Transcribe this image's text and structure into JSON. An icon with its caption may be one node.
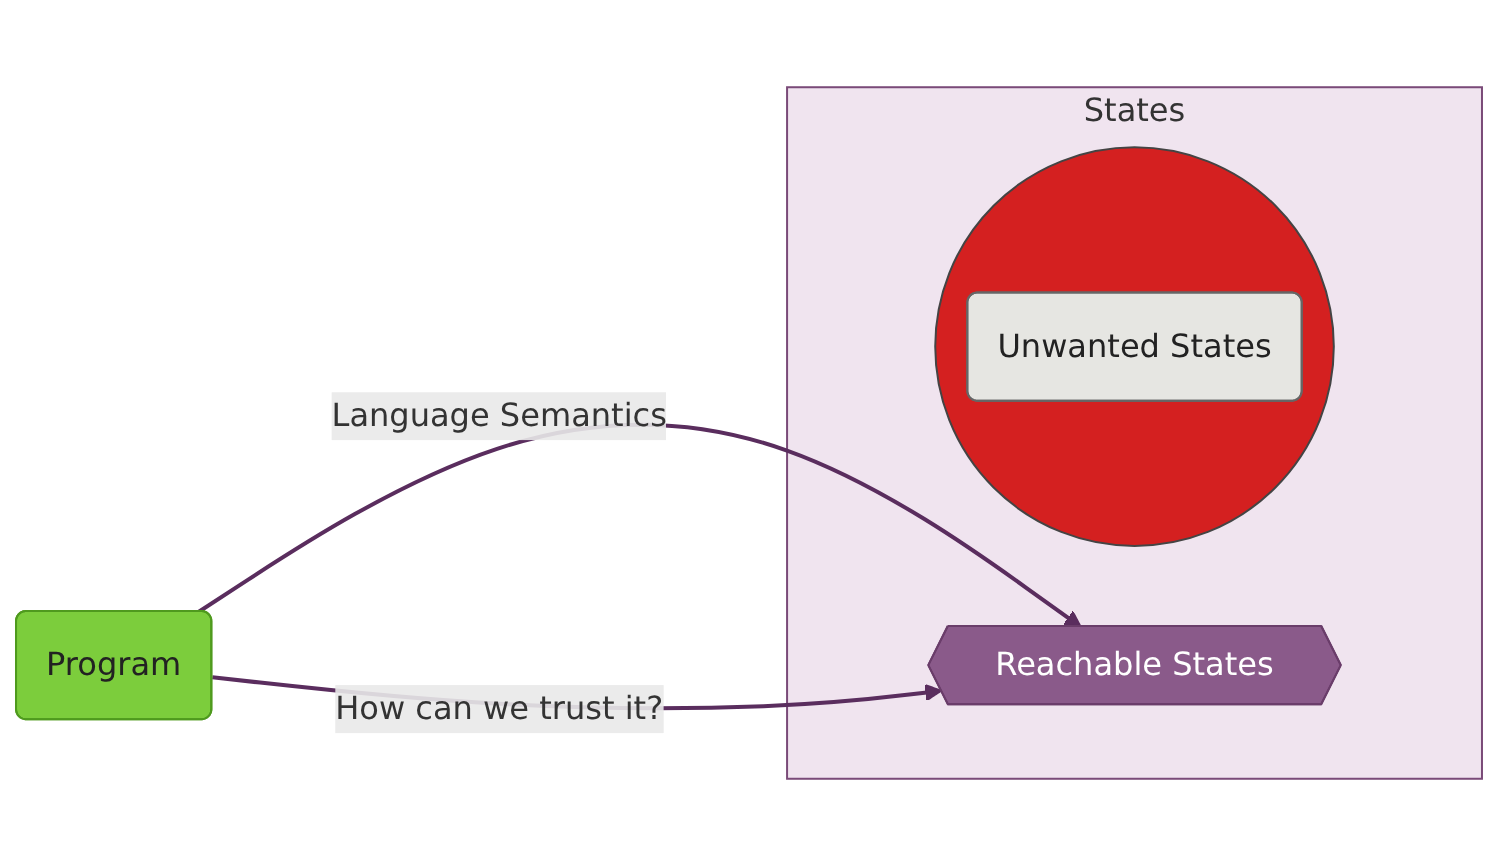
{
  "diagram": {
    "nodes": [
      {
        "text": [
          "Program"
        ]
      },
      {
        "text": [
          "States"
        ]
      },
      {
        "text": [
          "Reachable States"
        ],
        "in": 1
      },
      {
        "text": [],
        "shape": "circle",
        "in": 1
      },
      {
        "text": [
          "Unwanted States"
        ],
        "in": 3
      }
    ],
    "edges": [
      {
        "from": 0,
        "to": 2,
        "arrow": "to",
        "label": "Language Semantics"
      },
      {
        "from": 0,
        "to": 2,
        "arrow": "to",
        "label": "How can we trust it?"
      }
    ]
  }
}
